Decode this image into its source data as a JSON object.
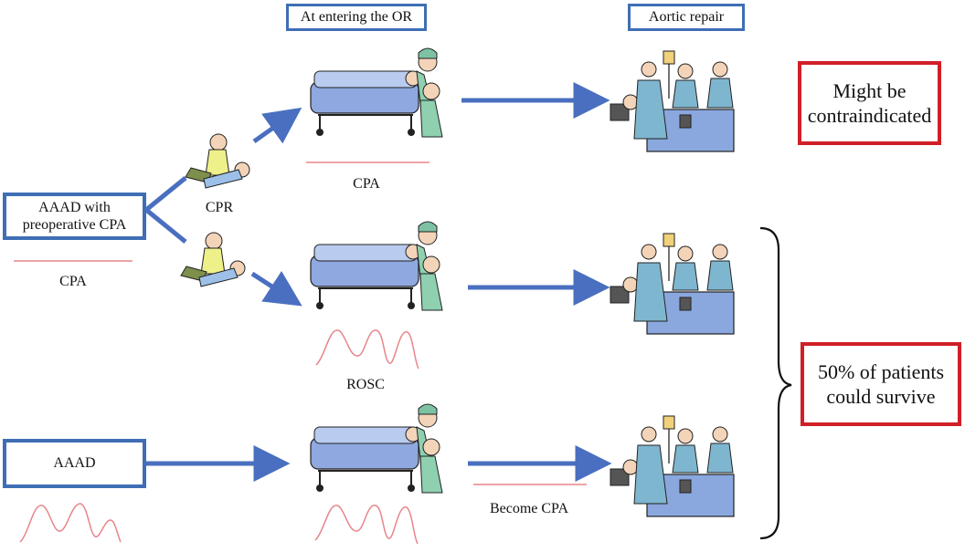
{
  "colors": {
    "accent_blue": "#3f6eb5",
    "accent_red": "#d11f26",
    "line_red": "#e8858a"
  },
  "headers": {
    "or_entry": "At entering  the OR",
    "repair": "Aortic repair"
  },
  "start_boxes": {
    "aaad_cpa": "AAAD with preoperative CPA",
    "aaad": "AAAD"
  },
  "labels": {
    "cpa_left": "CPA",
    "cpr": "CPR",
    "cpa_middle": "CPA",
    "rosc": "ROSC",
    "become_cpa": "Become CPA"
  },
  "outcomes": {
    "contraindicated": "Might be contraindicated",
    "survive": "50% of patients could survive"
  },
  "icons": [
    "rescuer-cpr-icon",
    "stretcher-transport-icon",
    "surgical-team-icon"
  ]
}
